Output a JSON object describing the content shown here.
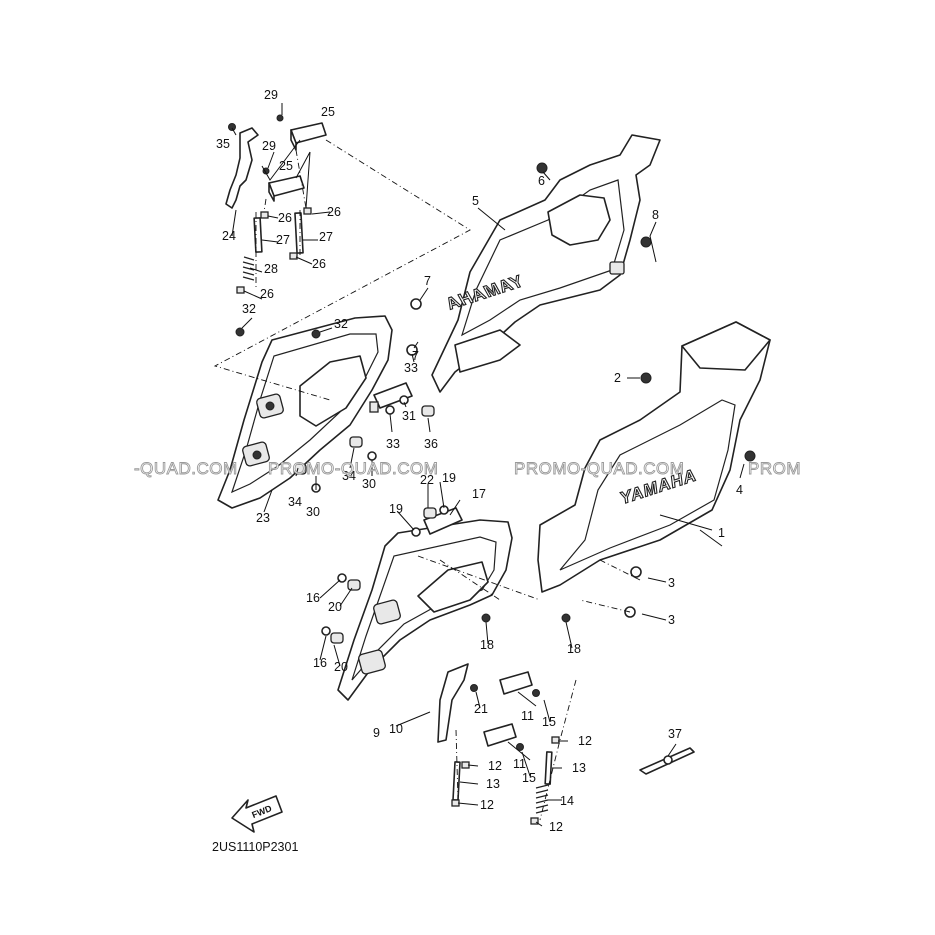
{
  "drawing_code": "2US1110P2301",
  "fwd_label": "FWD",
  "brand_text": "YAMAHA",
  "watermark": "PROMO-QUAD.COM",
  "watermark_left": "-QUAD.COM",
  "watermark_right": "PROM",
  "callouts": [
    "1",
    "2",
    "3",
    "3",
    "4",
    "5",
    "6",
    "7",
    "7",
    "8",
    "9",
    "10",
    "11",
    "11",
    "12",
    "12",
    "12",
    "12",
    "13",
    "13",
    "14",
    "15",
    "15",
    "16",
    "16",
    "17",
    "18",
    "18",
    "19",
    "19",
    "20",
    "20",
    "21",
    "22",
    "23",
    "24",
    "25",
    "25",
    "26",
    "26",
    "26",
    "26",
    "27",
    "27",
    "28",
    "29",
    "29",
    "30",
    "30",
    "31",
    "32",
    "32",
    "33",
    "33",
    "34",
    "34",
    "35",
    "36",
    "37"
  ]
}
